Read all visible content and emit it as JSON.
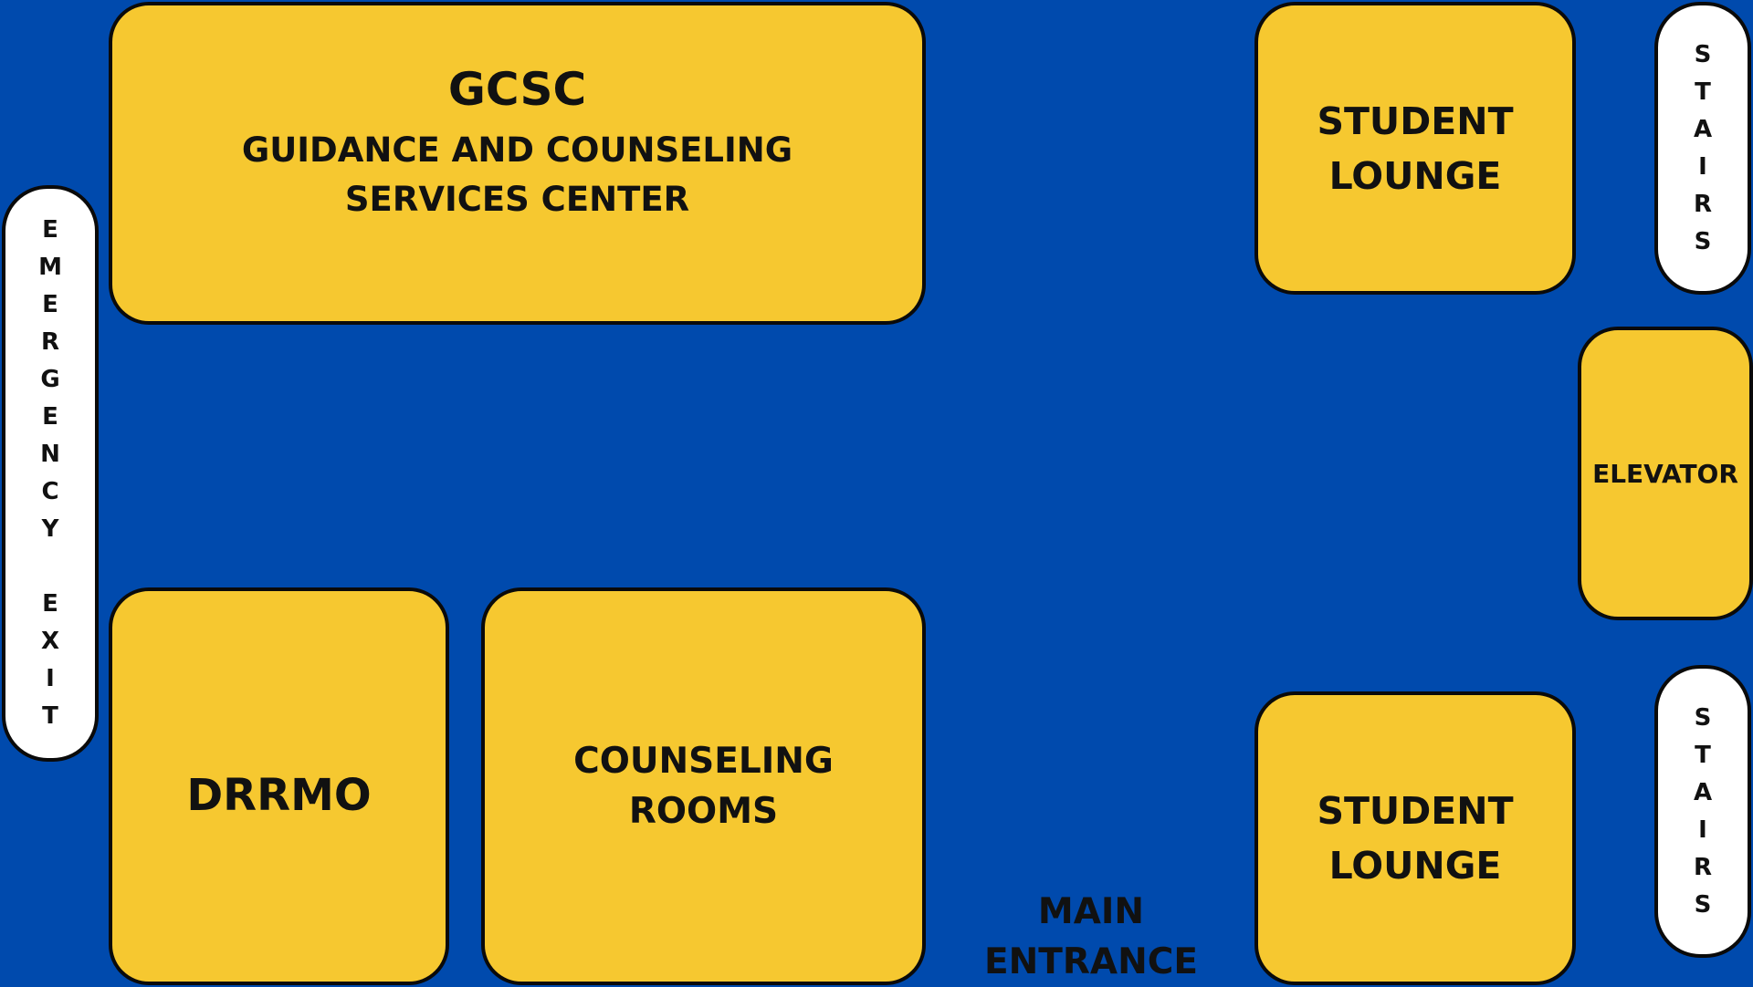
{
  "rooms": {
    "gcsc": {
      "title": "GCSC",
      "line1": "GUIDANCE AND COUNSELING",
      "line2": "SERVICES CENTER"
    },
    "student_lounge_top": {
      "line1": "STUDENT",
      "line2": "LOUNGE"
    },
    "student_lounge_bottom": {
      "line1": "STUDENT",
      "line2": "LOUNGE"
    },
    "drrmo": {
      "label": "DRRMO"
    },
    "counseling_rooms": {
      "line1": "COUNSELING",
      "line2": "ROOMS"
    },
    "elevator": {
      "label": "ELEVATOR"
    }
  },
  "stairs_top": {
    "letters": [
      "S",
      "T",
      "A",
      "I",
      "R",
      "S"
    ]
  },
  "stairs_bottom": {
    "letters": [
      "S",
      "T",
      "A",
      "I",
      "R",
      "S"
    ]
  },
  "emergency_exit": {
    "word1": [
      "E",
      "M",
      "E",
      "R",
      "G",
      "E",
      "N",
      "C",
      "Y"
    ],
    "word2": [
      "E",
      "X",
      "I",
      "T"
    ]
  },
  "main_entrance": {
    "line1": "MAIN",
    "line2": "ENTRANCE"
  },
  "colors": {
    "background": "#004aad",
    "room_fill": "#f6c830",
    "pill_fill": "#ffffff",
    "outline": "#0a0a0a",
    "text": "#111111"
  }
}
